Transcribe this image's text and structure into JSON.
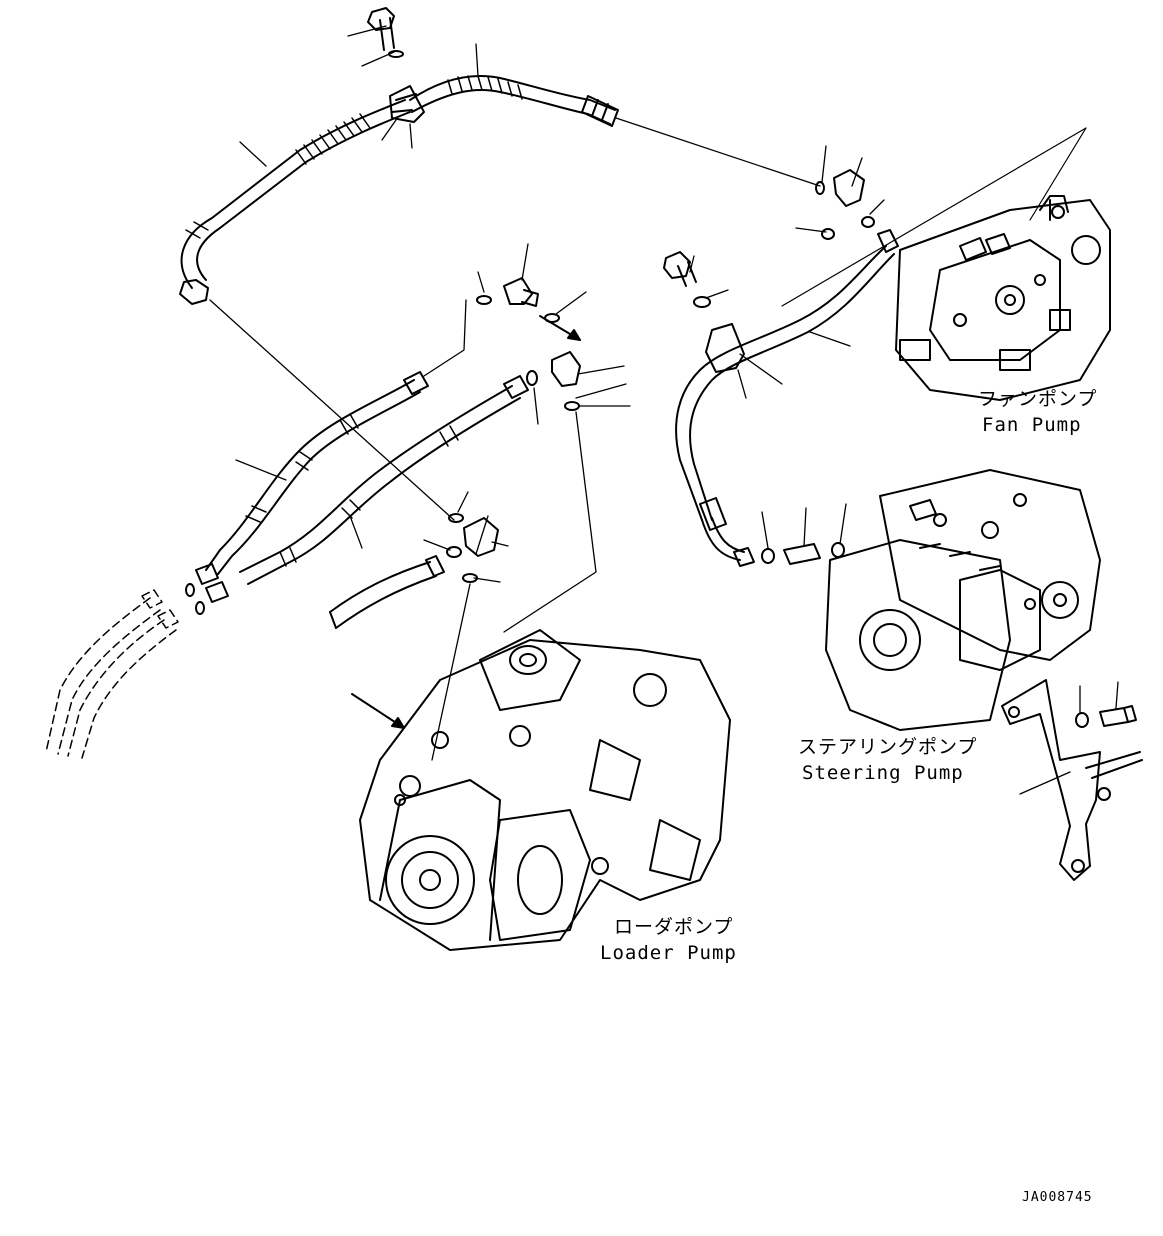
{
  "labels": {
    "fan_pump_jp": "ファンポンプ",
    "fan_pump_en": "Fan Pump",
    "steering_pump_jp": "ステアリングポンプ",
    "steering_pump_en": "Steering Pump",
    "loader_pump_jp": "ローダポンプ",
    "loader_pump_en": "Loader Pump"
  },
  "drawing_code": "JA008745"
}
